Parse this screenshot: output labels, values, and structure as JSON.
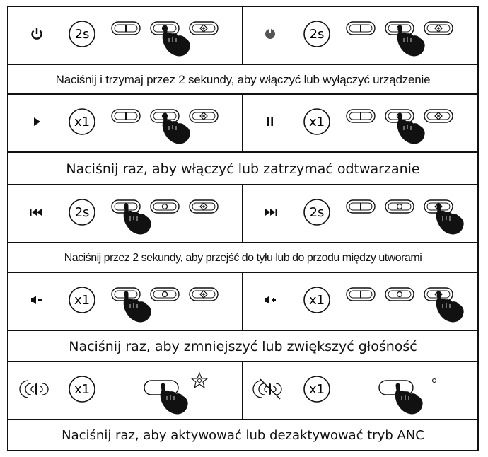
{
  "rows": [
    {
      "caption": "Naciśnij i trzymaj przez 2 sekundy, aby włączyć lub wyłączyć urządzenie",
      "cells": [
        {
          "icon": "power-on-icon",
          "badge": "2s",
          "press": "middle",
          "layout": "three"
        },
        {
          "icon": "power-off-icon",
          "badge": "2s",
          "press": "middle",
          "layout": "three"
        }
      ]
    },
    {
      "caption": "Naciśnij raz, aby włączyć lub zatrzymać odtwarzanie",
      "cells": [
        {
          "icon": "play-icon",
          "badge": "x1",
          "press": "middle",
          "layout": "three"
        },
        {
          "icon": "pause-icon",
          "badge": "x1",
          "press": "middle",
          "layout": "three"
        }
      ]
    },
    {
      "caption": "Naciśnij przez 2 sekundy, aby przejść do tyłu lub do przodu między utworami",
      "cells": [
        {
          "icon": "previous-track-icon",
          "badge": "2s",
          "press": "left",
          "layout": "three"
        },
        {
          "icon": "next-track-icon",
          "badge": "2s",
          "press": "right",
          "layout": "three"
        }
      ]
    },
    {
      "caption": "Naciśnij raz, aby zmniejszyć lub zwiększyć głośność",
      "cells": [
        {
          "icon": "volume-down-icon",
          "badge": "x1",
          "press": "left",
          "layout": "three"
        },
        {
          "icon": "volume-up-icon",
          "badge": "x1",
          "press": "right",
          "layout": "three"
        }
      ]
    },
    {
      "caption": "Naciśnij raz, aby aktywować lub dezaktywować tryb ANC",
      "cells": [
        {
          "icon": "anc-on-icon",
          "badge": "x1",
          "press": "single",
          "layout": "single",
          "extra": "sparkle-icon"
        },
        {
          "icon": "anc-off-icon",
          "badge": "x1",
          "press": "single",
          "layout": "single",
          "extra": "dot-icon"
        }
      ]
    }
  ]
}
